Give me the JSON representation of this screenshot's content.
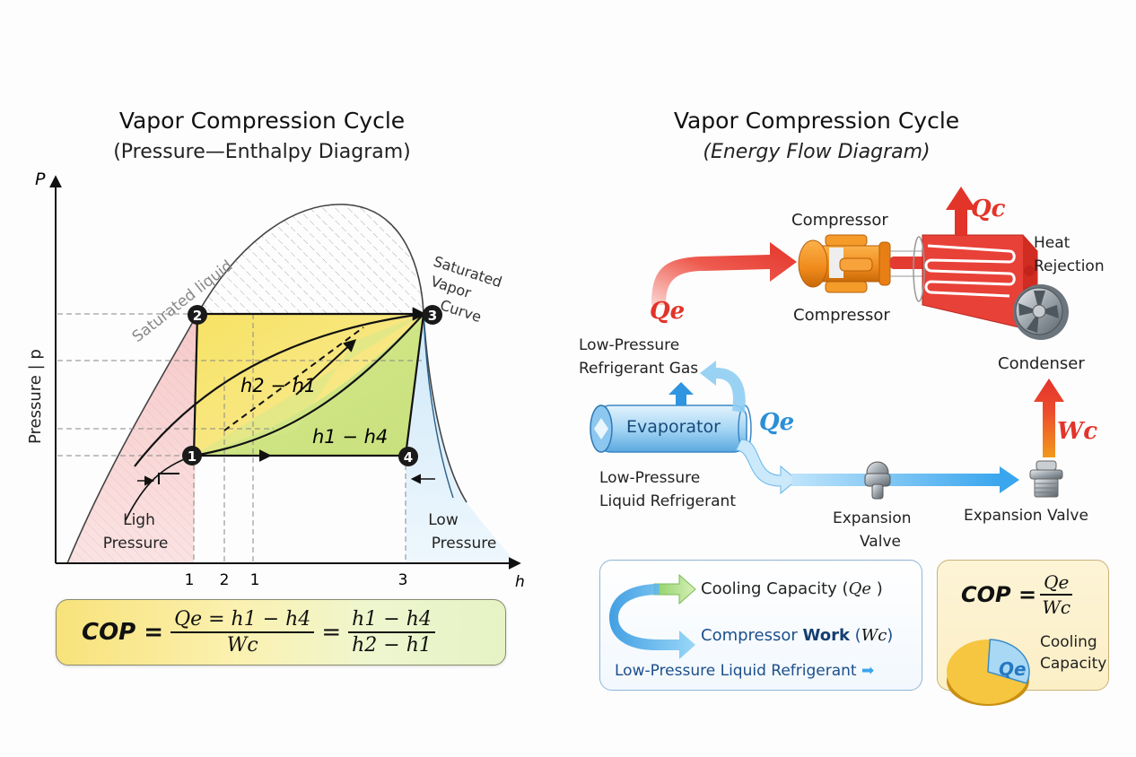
{
  "left_panel": {
    "title": "Vapor Compression Cycle",
    "subtitle": "(Pressure—Enthalpy Diagram)",
    "y_axis_symbol": "P",
    "y_axis_label": "Pressure | p",
    "x_axis_symbol": "h",
    "x_ticks": [
      "1",
      "2",
      "1",
      "3"
    ],
    "curve_labels": {
      "saturated_liquid": "Saturated liquid",
      "saturated_vapor_line1": "Saturated",
      "saturated_vapor_line2": "Vapor",
      "saturated_vapor_line3": "Curve"
    },
    "state_points": [
      "1",
      "2",
      "3",
      "4"
    ],
    "region_labels": {
      "work": "h2 − h1",
      "refrigeration": "h1 − h4",
      "high_line1": "Ligh",
      "high_line2": "Pressure",
      "low_line1": "Low",
      "low_line2": "Pressure"
    },
    "cop_equation": {
      "lhs": "COP =",
      "num1": "Qe = h1 − h4",
      "den1": "Wc",
      "eq": "=",
      "num2": "h1 − h4",
      "den2": "h2 − h1"
    },
    "colors": {
      "work_region": "#f5e06a",
      "refrigeration_region": "#cfe48a",
      "high_pressure_region": "#f9d6d6",
      "low_pressure_region": "#d8ecf8"
    }
  },
  "right_panel": {
    "title": "Vapor Compression Cycle",
    "subtitle": "(Energy Flow Diagram)",
    "components": {
      "compressor_top": "Compressor",
      "compressor_bottom": "Compressor",
      "condenser": "Condenser",
      "evaporator": "Evaporator",
      "expansion_valve_1_line1": "Expansion",
      "expansion_valve_1_line2": "Valve",
      "expansion_valve_2": "Expansion Valve"
    },
    "flow_labels": {
      "qc": "Qc",
      "qe_red": "Qe",
      "qe_blue": "Qe",
      "wc": "Wc",
      "heat_rejection_line1": "Heat",
      "heat_rejection_line2": "Rejection",
      "gas_line1": "Low-Pressure",
      "gas_line2": "Refrigerant Gas",
      "liquid_line1": "Low-Pressure",
      "liquid_line2": "Liquid Refrigerant"
    },
    "legend": {
      "item1": "Cooling Capacity (",
      "item1_sym": "Qe",
      "item2_a": "Compressor ",
      "item2_b": "Work",
      "item2_sym": "Wc",
      "item3": "Low-Pressure Liquid Refrigerant"
    },
    "cop_card": {
      "lhs": "COP =",
      "num": "Qe",
      "den": "Wc",
      "pie_label": "Qe",
      "pie_caption_line1": "Cooling",
      "pie_caption_line2": "Capacity",
      "cooling_share": 0.3
    },
    "colors": {
      "heat_red": "#e8352b",
      "cold_blue": "#3ba3e6",
      "compressor_orange": "#f08a1c",
      "pie_yellow": "#f6c640",
      "pie_blue": "#a9d8f5"
    }
  }
}
